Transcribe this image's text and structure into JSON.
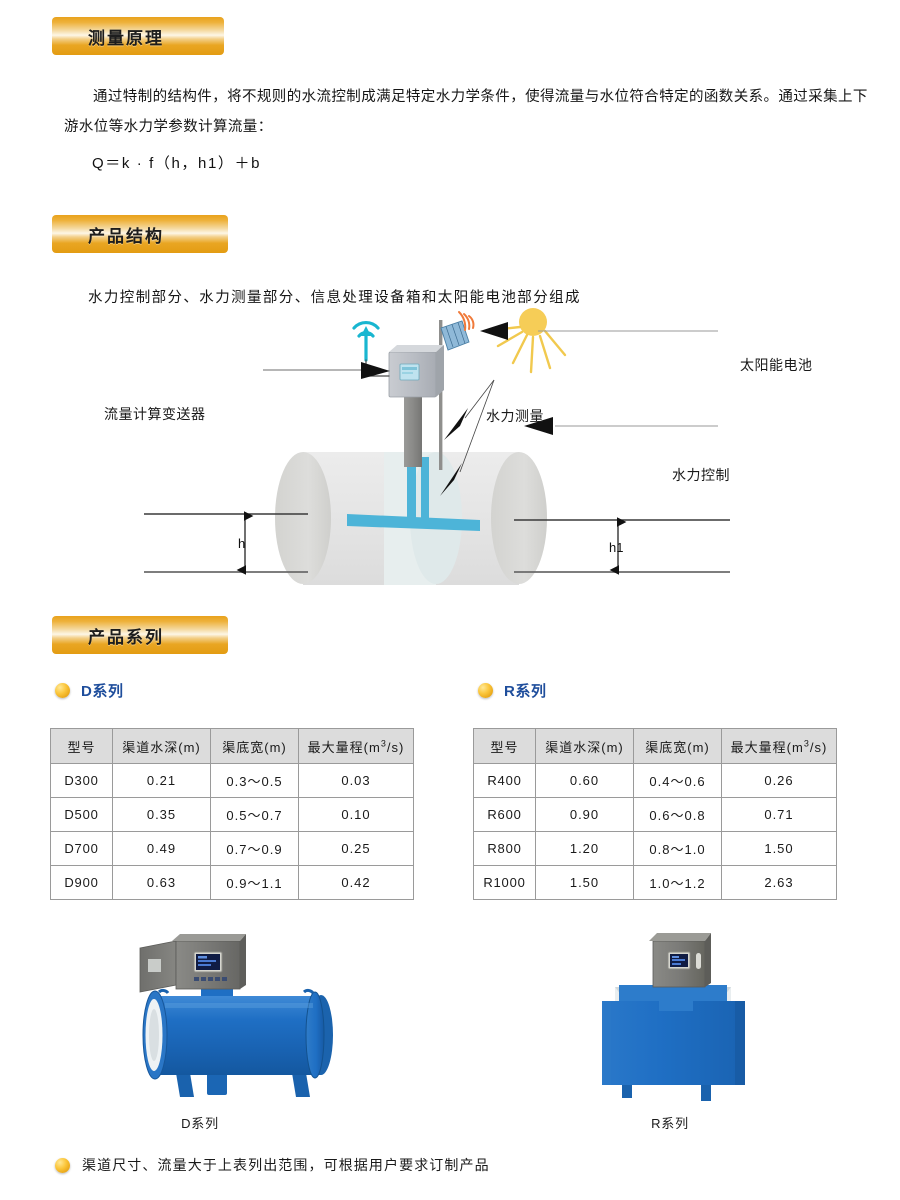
{
  "sections": {
    "principle": {
      "banner_label": "测量原理",
      "paragraph": "通过特制的结构件，将不规则的水流控制成满足特定水力学条件，使得流量与水位符合特定的函数关系。通过采集上下游水位等水力学参数计算流量：",
      "formula": "Q＝k · f（h，h1）＋b"
    },
    "structure": {
      "banner_label": "产品结构",
      "paragraph": "水力控制部分、水力测量部分、信息处理设备箱和太阳能电池部分组成",
      "diagram": {
        "labels": {
          "transmitter": "流量计算变送器",
          "solar_battery": "太阳能电池",
          "hydraulic_measure": "水力测量",
          "hydraulic_control": "水力控制",
          "depth_upstream": "h",
          "depth_downstream": "h1"
        },
        "icons": {
          "sun": "sun-icon",
          "antenna": "antenna-signal-icon",
          "solar_panel": "solar-panel-icon",
          "cabinet": "control-cabinet-icon"
        },
        "colors": {
          "water": "#4db4d8",
          "sun": "#f5cb55",
          "antenna": "#19b6d0",
          "pipe": "#e3e3e3"
        }
      }
    },
    "series": {
      "banner_label": "产品系列",
      "groups": [
        {
          "id": "d-series",
          "title": "D系列",
          "caption": "D系列",
          "table": {
            "headers": [
              "型号",
              "渠道水深(m)",
              "渠底宽(m)",
              "最大量程(m³/s)"
            ],
            "rows": [
              [
                "D300",
                "0.21",
                "0.3～0.5",
                "0.03"
              ],
              [
                "D500",
                "0.35",
                "0.5～0.7",
                "0.10"
              ],
              [
                "D700",
                "0.49",
                "0.7～0.9",
                "0.25"
              ],
              [
                "D900",
                "0.63",
                "0.9～1.1",
                "0.42"
              ]
            ]
          }
        },
        {
          "id": "r-series",
          "title": "R系列",
          "caption": "R系列",
          "table": {
            "headers": [
              "型号",
              "渠道水深(m)",
              "渠底宽(m)",
              "最大量程(m³/s)"
            ],
            "rows": [
              [
                "R400",
                "0.60",
                "0.4～0.6",
                "0.26"
              ],
              [
                "R600",
                "0.90",
                "0.6～0.8",
                "0.71"
              ],
              [
                "R800",
                "1.20",
                "0.8～1.0",
                "1.50"
              ],
              [
                "R1000",
                "1.50",
                "1.0～1.2",
                "2.63"
              ]
            ]
          }
        }
      ],
      "footnote": "渠道尺寸、流量大于上表列出范围，可根据用户要求订制产品"
    }
  },
  "theme": {
    "banner_gold": "#e8a21c",
    "banner_highlight": "#fdf6e6",
    "series_blue": "#1f4e9c",
    "bullet_gold": "#fbc63b",
    "table_header_bg": "#dcdcdc",
    "table_border": "#9a9a9a",
    "product_blue": "#1f6fc4",
    "cabinet_gray": "#7b7b78"
  }
}
